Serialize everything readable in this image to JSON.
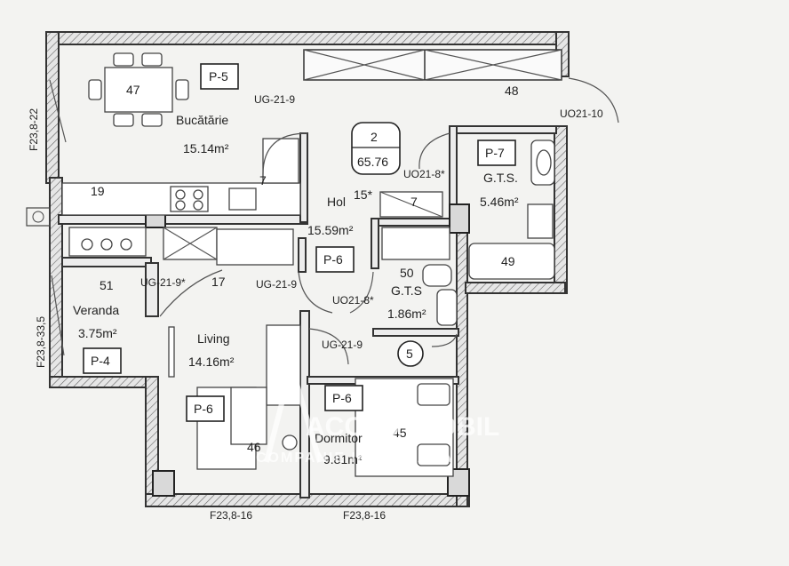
{
  "plan": {
    "apartment_no": "2",
    "apartment_area": "65.76",
    "rooms": {
      "kitchen": {
        "no": "47",
        "name": "Bucătărie",
        "area": "15.14m²",
        "tag": "P-5"
      },
      "hall": {
        "no": "15*",
        "name": "Hol",
        "area": "15.59m²",
        "tag": "P-6"
      },
      "bath1": {
        "no": "49",
        "name": "G.T.S.",
        "area": "5.46m²",
        "tag": "P-7"
      },
      "bath2": {
        "no": "50",
        "name": "G.T.S",
        "area": "1.86m²"
      },
      "veranda": {
        "no": "51",
        "name": "Veranda",
        "area": "3.75m²",
        "tag": "P-4"
      },
      "living": {
        "no": "46",
        "name": "Living",
        "area": "14.16m²",
        "tag": "P-6"
      },
      "bedroom": {
        "no": "45",
        "name": "Dormitor",
        "area": "9.81m²",
        "tag": "P-6"
      },
      "loggia": {
        "no": "48"
      }
    },
    "numbers": {
      "n19": "19",
      "n7a": "7",
      "n7b": "7",
      "n17": "17",
      "n5": "5"
    },
    "doors": {
      "ug_kitchen": "UG-21-9",
      "uo_top": "UO21-10",
      "uo_bath1": "UO21-8*",
      "ug_veranda": "UG-21-9*",
      "ug_living": "UG-21-9",
      "uo_bath2": "UO21-8*",
      "ug_bedroom": "UG-21-9"
    },
    "windows": {
      "left_top": "F23,8-22",
      "left_bottom": "F23,8-33,5",
      "bottom_left": "F23,8-16",
      "bottom_right": "F23,8-16"
    },
    "watermark": {
      "line1": "ACCES IMOBIL",
      "line2": "COMPANIE IMOBILIARA"
    }
  }
}
